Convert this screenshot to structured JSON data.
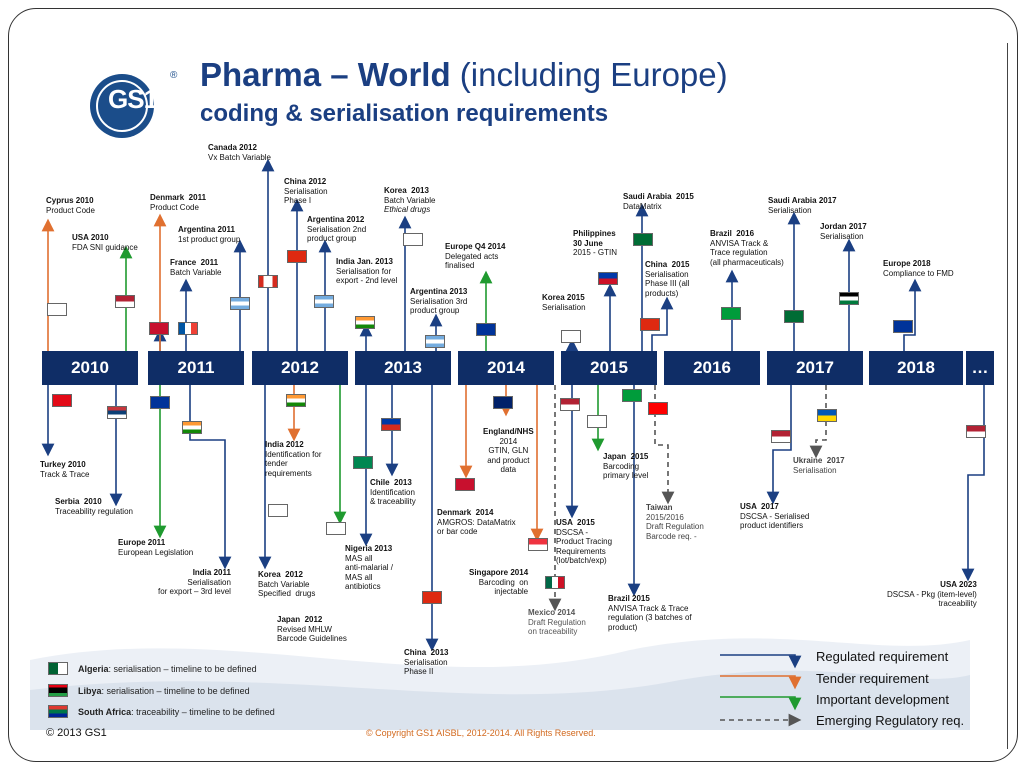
{
  "header": {
    "logo_text": "GS1",
    "registered": "®",
    "title_bold": "Pharma – World",
    "title_rest": " (including Europe)",
    "subtitle": "coding & serialisation requirements"
  },
  "timeline": {
    "years": [
      "2010",
      "2011",
      "2012",
      "2013",
      "2014",
      "2015",
      "2016",
      "2017",
      "2018",
      "…"
    ]
  },
  "labels": {
    "cyprus": {
      "title": "Cyprus 2010",
      "text": "Product Code"
    },
    "usa2010": {
      "title": "USA 2010",
      "text": "FDA SNI guidance"
    },
    "denmark2011": {
      "title": "Denmark  2011",
      "text": "Product Code"
    },
    "argentina2011": {
      "title": "Argentina 2011",
      "text": "1st product group"
    },
    "france2011": {
      "title": "France  2011",
      "text": "Batch Variable"
    },
    "canada2012": {
      "title": "Canada 2012",
      "text": "Vx Batch Variable"
    },
    "china2012": {
      "title": "China 2012",
      "text": "Serialisation\nPhase I"
    },
    "argentina2012": {
      "title": "Argentina 2012",
      "text": "Serialisation 2nd\nproduct group"
    },
    "india2013": {
      "title": "India Jan. 2013",
      "text": "Serialisation for\nexport - 2nd level"
    },
    "korea2013": {
      "title": "Korea  2013",
      "text": "Batch Variable",
      "italic": "Ethical drugs"
    },
    "europe2014": {
      "title": "Europe Q4 2014",
      "text": "Delegated acts\nfinalised"
    },
    "argentina2013": {
      "title": "Argentina 2013",
      "text": "Serialisation 3rd\nproduct group"
    },
    "korea2015": {
      "title": "Korea 2015",
      "text": "Serialisation"
    },
    "philippines": {
      "title": "Philippines\n30 June",
      "text": "2015 - GTIN"
    },
    "saudi2015": {
      "title": "Saudi Arabia  2015",
      "text": "DataMatrix"
    },
    "china2015": {
      "title": "China  2015",
      "text": "Serialisation\nPhase III (all\nproducts)"
    },
    "brazil2016": {
      "title": "Brazil  2016",
      "text": "ANVISA Track &\nTrace regulation\n(all pharmaceuticals)"
    },
    "saudi2017": {
      "title": "Saudi Arabia 2017",
      "text": "Serialisation"
    },
    "jordan2017": {
      "title": "Jordan 2017",
      "text": "Serialisation"
    },
    "europe2018": {
      "title": "Europe 2018",
      "text": "Compliance to FMD"
    },
    "turkey": {
      "title": "Turkey 2010",
      "text": "Track & Trace"
    },
    "serbia": {
      "title": "Serbia  2010",
      "text": "Traceability regulation"
    },
    "europe2011": {
      "title": "Europe 2011",
      "text": "European Legislation"
    },
    "india2011": {
      "title": "India 2011",
      "text": "Serialisation\nfor export – 3rd level"
    },
    "india2012": {
      "title": "India 2012",
      "text": "Identification for\ntender\nrequirements"
    },
    "korea2012": {
      "title": "Korea  2012",
      "text": "Batch Variable\nSpecified  drugs"
    },
    "japan2012": {
      "title": "Japan  2012",
      "text": "Revised MHLW\nBarcode Guidelines"
    },
    "nigeria": {
      "title": "Nigeria 2013",
      "text": "MAS all\nanti-malarial /\nMAS all\nantibiotics"
    },
    "chile": {
      "title": "Chile  2013",
      "text": "Identification\n& traceability"
    },
    "china2013": {
      "title": "China  2013",
      "text": "Serialisation\nPhase II"
    },
    "england": {
      "title": "England/NHS",
      "text": "2014\nGTIN, GLN\nand product\ndata"
    },
    "denmark2014": {
      "title": "Denmark  2014",
      "text": "AMGROS: DataMatrix\nor bar code"
    },
    "singapore": {
      "title": "Singapore 2014",
      "text": "Barcoding  on\ninjectable"
    },
    "mexico": {
      "title": "Mexico 2014",
      "text": "Draft Regulation\non traceability"
    },
    "usa2015": {
      "title": "USA  2015",
      "text": "DSCSA -\nProduct Tracing\nRequirements\n(lot/batch/exp)"
    },
    "japan2015": {
      "title": "Japan  2015",
      "text": "Barcoding\nprimary level"
    },
    "taiwan": {
      "title": "Taiwan",
      "text": "2015/2016\nDraft Regulation\nBarcode req. -"
    },
    "brazil2015": {
      "title": "Brazil 2015",
      "text": "ANVISA Track & Trace\nregulation (3 batches of\nproduct)"
    },
    "ukraine": {
      "title": "Ukraine  2017",
      "text": "Serialisation"
    },
    "usa2017": {
      "title": "USA  2017",
      "text": "DSCSA - Serialised\nproduct identifiers"
    },
    "usa2023": {
      "title": "USA 2023",
      "text": "DSCSA - Pkg (item-level)\ntraceability"
    }
  },
  "legend": {
    "regulated": "Regulated requirement",
    "tender": "Tender requirement",
    "important": "Important development",
    "emerging": "Emerging Regulatory req."
  },
  "low_legend": {
    "algeria_name": "Algeria",
    "algeria_text": ": serialisation – timeline to be defined",
    "libya_name": "Libya",
    "libya_text": ": serialisation – timeline to be defined",
    "south_africa_name": "South Africa",
    "south_africa_text": ":  traceability – timeline to be defined"
  },
  "footer": {
    "left": "© 2013 GS1",
    "center": "© Copyright GS1 AISBL, 2012-2014.   All Rights Reserved."
  },
  "colors": {
    "regulated": "#1b3f82",
    "tender": "#e07030",
    "important": "#1f9a2f",
    "emerging": "#555555",
    "year_box": "#0f2d66"
  }
}
